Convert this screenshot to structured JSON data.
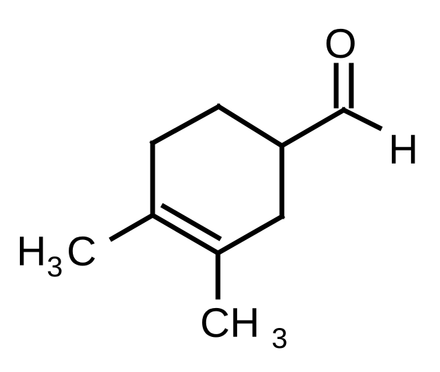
{
  "molecule": {
    "atoms": {
      "oxygen": "O",
      "hydrogen": "H",
      "methyl_left_h": "H",
      "methyl_left_sub": "3",
      "methyl_left_c": "C",
      "methyl_right_c": "CH",
      "methyl_right_sub": "3"
    },
    "colors": {
      "ink": "#000000",
      "background": "#ffffff"
    }
  }
}
